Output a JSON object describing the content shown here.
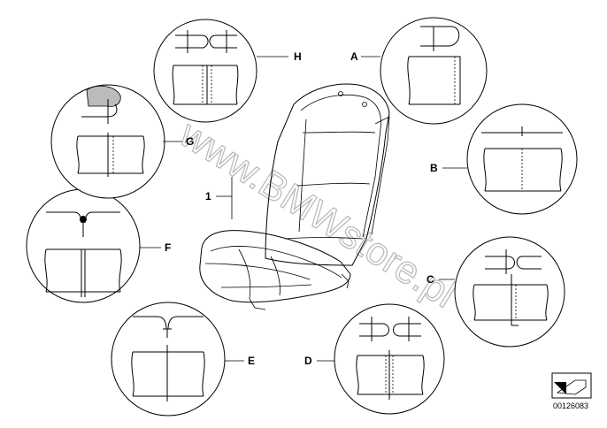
{
  "watermark": "www.BMWstore.pl",
  "part_code": "00126083",
  "callouts": {
    "main": "1",
    "a": "A",
    "b": "B",
    "c": "C",
    "d": "D",
    "e": "E",
    "f": "F",
    "g": "G",
    "h": "H"
  }
}
